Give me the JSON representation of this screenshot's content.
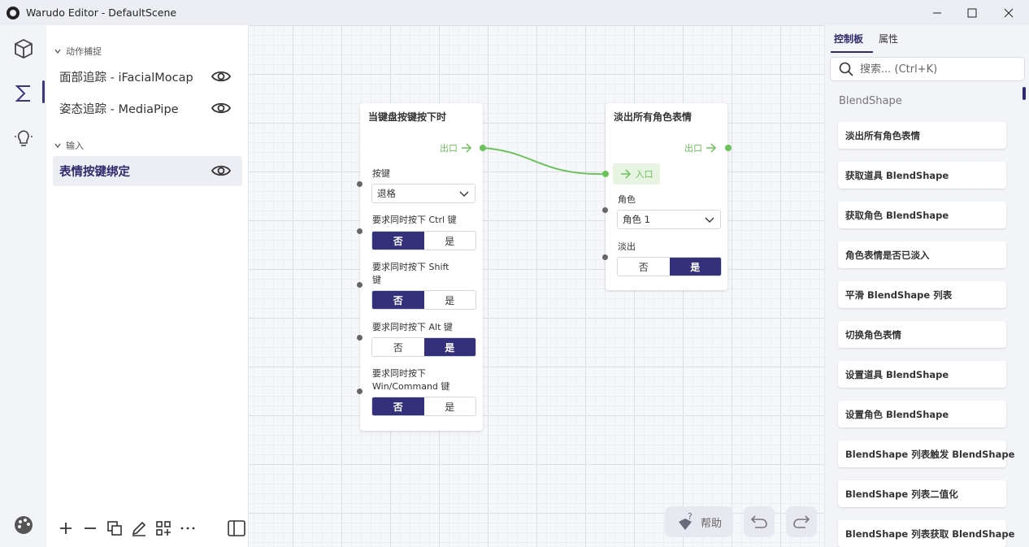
{
  "window": {
    "title": "Warudo Editor - DefaultScene"
  },
  "sidebar": {
    "sections": [
      {
        "label": "动作捕捉"
      },
      {
        "label": "输入"
      }
    ],
    "items": [
      {
        "label": "面部追踪 - iFacialMocap"
      },
      {
        "label": "姿态追踪 - MediaPipe"
      },
      {
        "label": "表情按键绑定"
      }
    ]
  },
  "nodes": {
    "keypress": {
      "title": "当键盘按键按下时",
      "out_label": "出口",
      "key_label": "按键",
      "key_value": "退格",
      "ctrl_label": "要求同时按下 Ctrl 键",
      "shift_label_1": "要求同时按下 Shift",
      "shift_label_2": "键",
      "alt_label": "要求同时按下 Alt 键",
      "win_label_1": "要求同时按下",
      "win_label_2": "Win/Command 键",
      "no": "否",
      "yes": "是"
    },
    "fadeout": {
      "title": "淡出所有角色表情",
      "out_label": "出口",
      "in_label": "入口",
      "char_label": "角色",
      "char_value": "角色 1",
      "fade_label": "淡出",
      "no": "否",
      "yes": "是"
    }
  },
  "canvas": {
    "help_label": "帮助"
  },
  "rightpanel": {
    "tabs": [
      "控制板",
      "属性"
    ],
    "search_placeholder": "搜索... (Ctrl+K)",
    "category": "BlendShape",
    "items": [
      "淡出所有角色表情",
      "获取道具 BlendShape",
      "获取角色 BlendShape",
      "角色表情是否已淡入",
      "平滑 BlendShape 列表",
      "切换角色表情",
      "设置道具 BlendShape",
      "设置角色 BlendShape",
      "BlendShape 列表触发 BlendShape",
      "BlendShape 列表二值化",
      "BlendShape 列表获取 BlendShape"
    ]
  },
  "colors": {
    "accent": "#34307a",
    "flow": "#6cc25a"
  }
}
